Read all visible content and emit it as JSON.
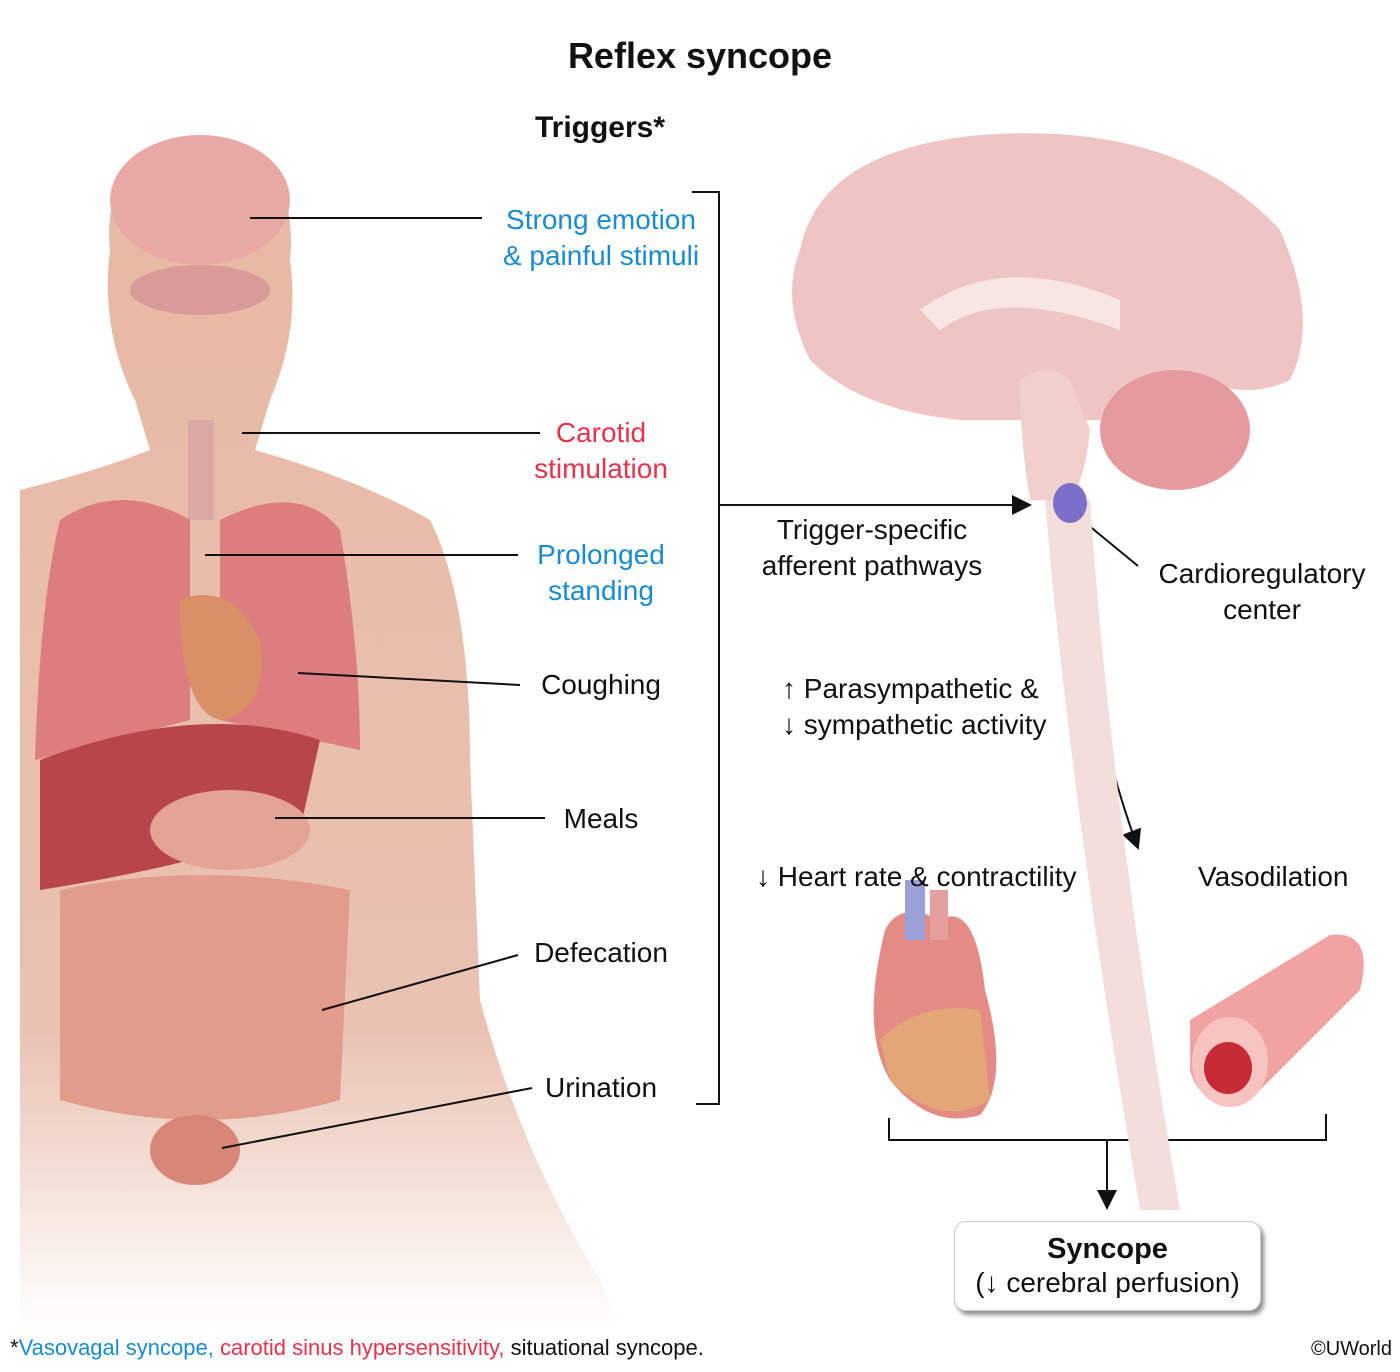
{
  "title": "Reflex syncope",
  "triggers_heading": "Triggers*",
  "triggers": [
    {
      "line1": "Strong emotion",
      "line2": "& painful stimuli",
      "color": "#1b8bd0"
    },
    {
      "line1": "Carotid",
      "line2": "stimulation",
      "color": "#e6334b"
    },
    {
      "line1": "Prolonged",
      "line2": "standing",
      "color": "#1b8bd0"
    },
    {
      "line1": "Coughing",
      "line2": "",
      "color": "#111111"
    },
    {
      "line1": "Meals",
      "line2": "",
      "color": "#111111"
    },
    {
      "line1": "Defecation",
      "line2": "",
      "color": "#111111"
    },
    {
      "line1": "Urination",
      "line2": "",
      "color": "#111111"
    }
  ],
  "pathway": {
    "line1": "Trigger-specific",
    "line2": "afferent pathways"
  },
  "center": {
    "line1": "Cardioregulatory",
    "line2": "center"
  },
  "autonomic": {
    "line1": "↑ Parasympathetic &",
    "line2": "↓ sympathetic activity"
  },
  "heart_label": "↓ Heart rate & contractility",
  "vessel_label": "Vasodilation",
  "outcome": {
    "title": "Syncope",
    "subtitle": "(↓ cerebral perfusion)"
  },
  "footnote": {
    "asterisk": "*",
    "vasovagal": "Vasovagal syncope,",
    "carotid": "carotid sinus hypersensitivity,",
    "situational": "situational syncope."
  },
  "copyright": "©UWorld",
  "colors": {
    "blue": "#1b8bd0",
    "red": "#e6334b",
    "nucleus": "#7b6fc9"
  }
}
